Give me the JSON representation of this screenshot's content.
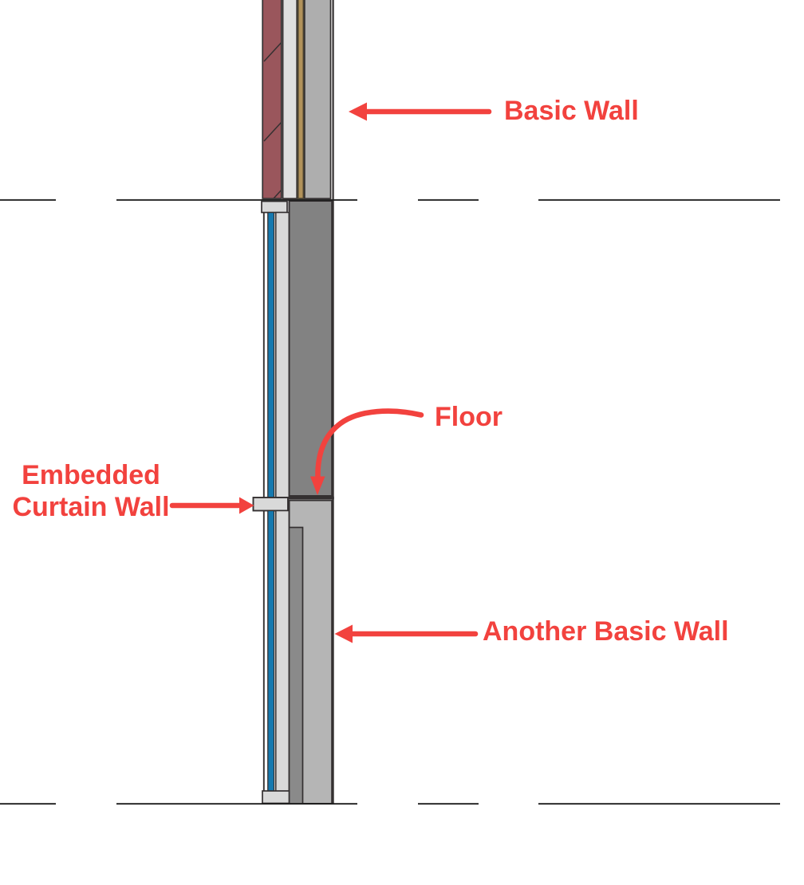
{
  "diagram": {
    "labels": {
      "basic_wall": "Basic Wall",
      "floor": "Floor",
      "embedded_curtain_wall": "Embedded Curtain Wall",
      "another_basic_wall": "Another Basic Wall"
    },
    "colors": {
      "red": "#f2423e",
      "brick": "#9a565c",
      "substrate": "#dfdfdf",
      "membrane": "#b2925a",
      "membrane_edge": "#4c4432",
      "core": "#aeaeae",
      "floor": "#828282",
      "wall2": "#b5b5b5",
      "wall2_inner": "#8a8a8a",
      "panel": "#d9d9d9",
      "glass": "#1579af",
      "line": "#343031",
      "level": "#1c1c1c"
    }
  }
}
